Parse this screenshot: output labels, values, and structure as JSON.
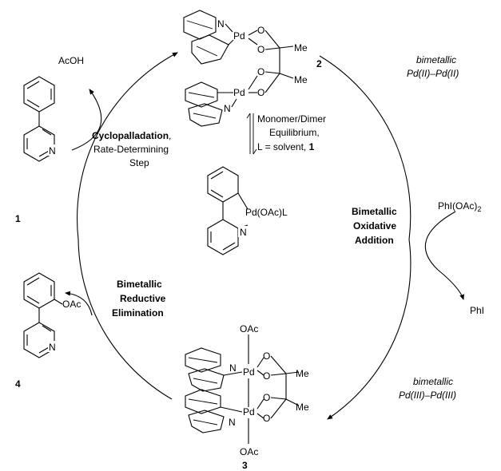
{
  "cycle": {
    "top_right": {
      "line1": "bimetallic",
      "line2": "Pd(II)–Pd(II)"
    },
    "bottom_right": {
      "line1": "bimetallic",
      "line2": "Pd(III)–Pd(III)"
    },
    "oxidative_addition": [
      "Bimetallic",
      "Oxidative",
      "Addition"
    ],
    "reductive_elimination": [
      "Bimetallic",
      "Reductive",
      "Elimination"
    ],
    "cyclopalladation": {
      "bold": "Cyclopalladation",
      "rest": ",",
      "line2": "Rate-Determining",
      "line3": "Step"
    },
    "equilibrium": {
      "line1": "Monomer/Dimer",
      "line2": "Equilibrium,",
      "line3_pre": "L = solvent, ",
      "line3_num": "1"
    }
  },
  "reagents": {
    "acoh": "AcOH",
    "phioac2_main": "PhI(OAc)",
    "phioac2_sub": "2",
    "phi": "PhI"
  },
  "compounds": {
    "c1": "1",
    "c2": "2",
    "c3": "3",
    "c4": "4"
  },
  "atoms": {
    "N": "N",
    "Pd": "Pd",
    "O": "O",
    "Me": "Me",
    "OAc": "OAc",
    "PdOAcL": "Pd(OAc)L"
  }
}
